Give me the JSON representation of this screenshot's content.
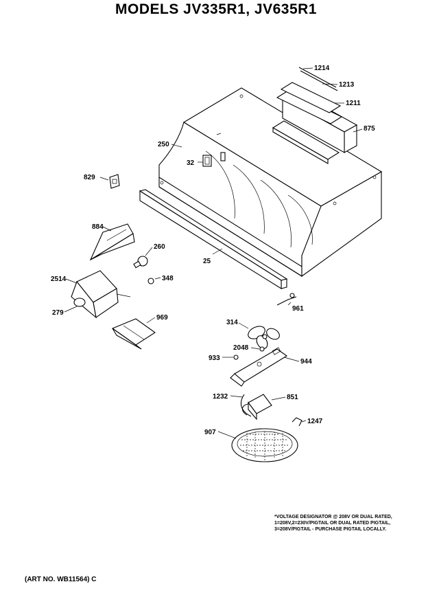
{
  "title": "MODELS JV335R1, JV635R1",
  "parts": {
    "p1214": "1214",
    "p1213": "1213",
    "p1211": "1211",
    "p875": "875",
    "p250": "250",
    "p32": "32",
    "p829": "829",
    "p884": "884",
    "p260": "260",
    "p25": "25",
    "p2514": "2514",
    "p348": "348",
    "p279": "279",
    "p969": "969",
    "p961": "961",
    "p314": "314",
    "p2048": "2048",
    "p933": "933",
    "p944": "944",
    "p1232": "1232",
    "p851": "851",
    "p1247": "1247",
    "p907": "907"
  },
  "note": {
    "line1": "*VOLTAGE DESIGNATOR @ 208V OR DUAL RATED,",
    "line2": "1=208V,2=230V/PIGTAIL OR DUAL RATED PIGTAIL,",
    "line3": "3=208V/PIGTAIL - PURCHASE PIGTAIL LOCALLY."
  },
  "art_number": "(ART NO. WB11564) C"
}
